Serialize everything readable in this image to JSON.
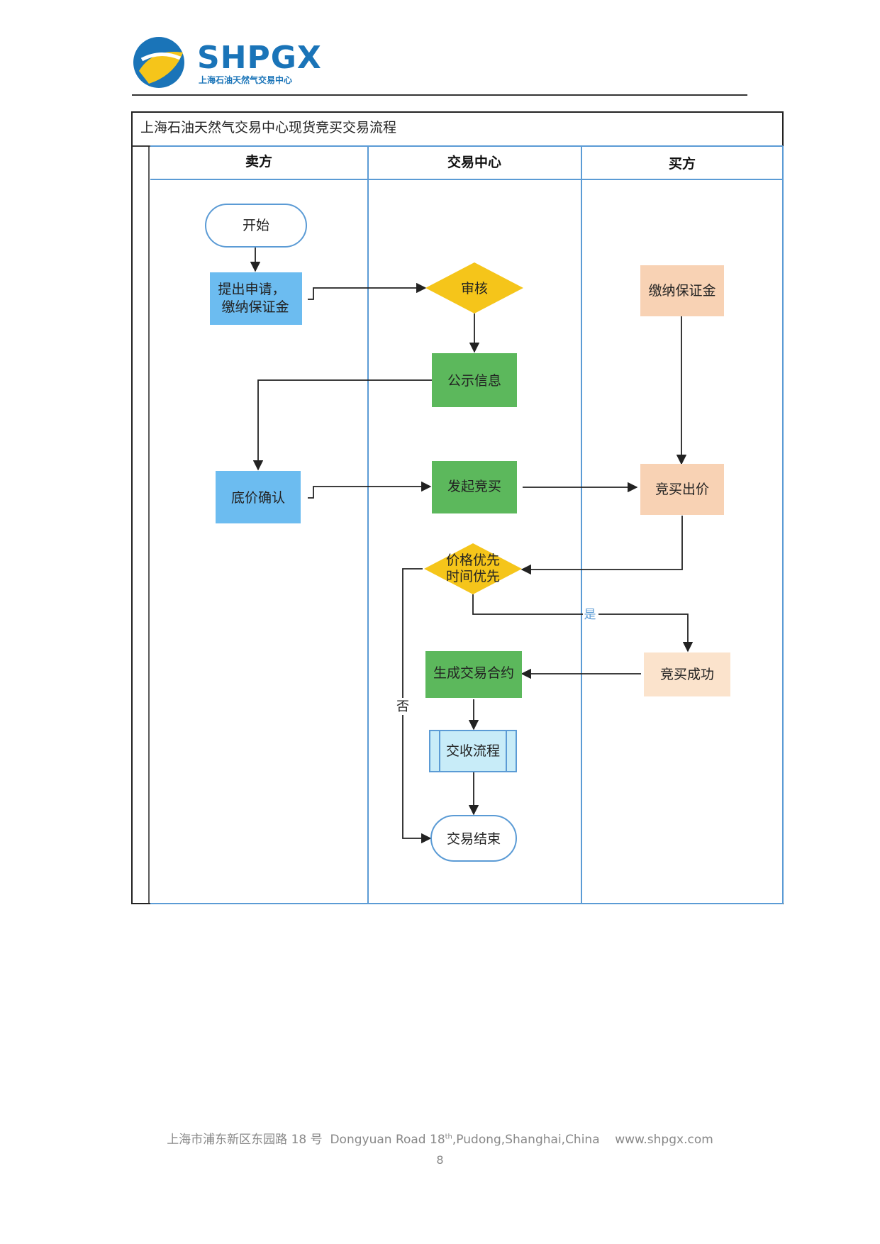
{
  "header": {
    "logo_text": "SHPGX",
    "logo_subtitle": "上海石油天然气交易中心",
    "colors": {
      "brand_blue": "#1a74b8",
      "brand_yellow": "#f5c51a"
    }
  },
  "diagram": {
    "title": "上海石油天然气交易中心现货竞买交易流程",
    "lanes": [
      "卖方",
      "交易中心",
      "买方"
    ],
    "nodes": {
      "start": "开始",
      "apply_line1": "提出申请，",
      "apply_line2": "缴纳保证金",
      "review": "审核",
      "publish": "公示信息",
      "reserve": "底价确认",
      "launch": "发起竞买",
      "buyer_deposit": "缴纳保证金",
      "bid": "竞买出价",
      "priority_line1": "价格优先",
      "priority_line2": "时间优先",
      "success": "竞买成功",
      "contract": "生成交易合约",
      "delivery": "交收流程",
      "end": "交易结束"
    },
    "edge_labels": {
      "yes": "是",
      "no": "否"
    },
    "colors": {
      "lane_line": "#5b9bd5",
      "seller_box": "#6cbcf0",
      "center_box": "#5cb85c",
      "decision": "#f5c51a",
      "buyer_box": "#f8d2b4",
      "buyer_box_light": "#fbe3cc",
      "process_box": "#c8ecf8"
    }
  },
  "footer": {
    "address_cn": "上海市浦东新区东园路 18 号",
    "address_en_pre": "Dongyuan Road 18",
    "address_en_sup": "th",
    "address_en_post": ",Pudong,Shanghai,China",
    "website": "www.shpgx.com",
    "page_number": "8"
  }
}
